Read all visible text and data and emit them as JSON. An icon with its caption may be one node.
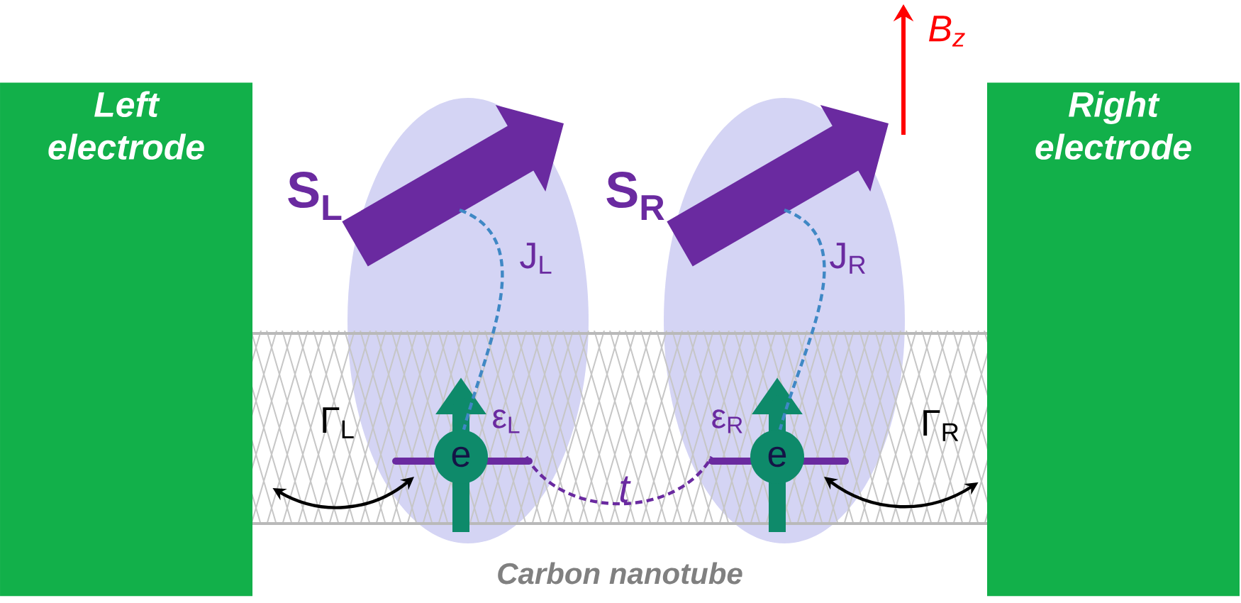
{
  "diagram": {
    "nodes": [
      {
        "text": [
          "Left electrode"
        ]
      },
      {
        "text": [
          "Right electrode"
        ]
      },
      {
        "text": [
          "e"
        ],
        "beside": [
          "ε$_{L}$"
        ]
      },
      {
        "text": [
          "e"
        ],
        "beside": [
          "ε$_{R}$"
        ]
      },
      {
        "text": [],
        "shape": "arrow",
        "beside": [
          "S$_{L}$"
        ]
      },
      {
        "text": [],
        "shape": "arrow",
        "beside": [
          "S$_{R}$"
        ]
      }
    ],
    "edges": [
      {
        "from": 0,
        "to": 2,
        "arrow": "both",
        "label": "Γ$_{L}$"
      },
      {
        "from": 3,
        "to": 1,
        "arrow": "both",
        "label": "Γ$_{R}$"
      },
      {
        "from": 2,
        "to": 3,
        "arrow": "none",
        "label": "t",
        "style": "dashed",
        "color": "#6a2aa0"
      },
      {
        "from": 4,
        "to": 2,
        "arrow": "none",
        "label": "J$_{L}$",
        "style": "dashed",
        "color": "#3f88c5"
      },
      {
        "from": 5,
        "to": 3,
        "arrow": "none",
        "label": "J$_{R}$",
        "style": "dashed",
        "color": "#3f88c5"
      }
    ],
    "labels": [
      "B$_{z}$",
      "Carbon nanotube"
    ]
  }
}
